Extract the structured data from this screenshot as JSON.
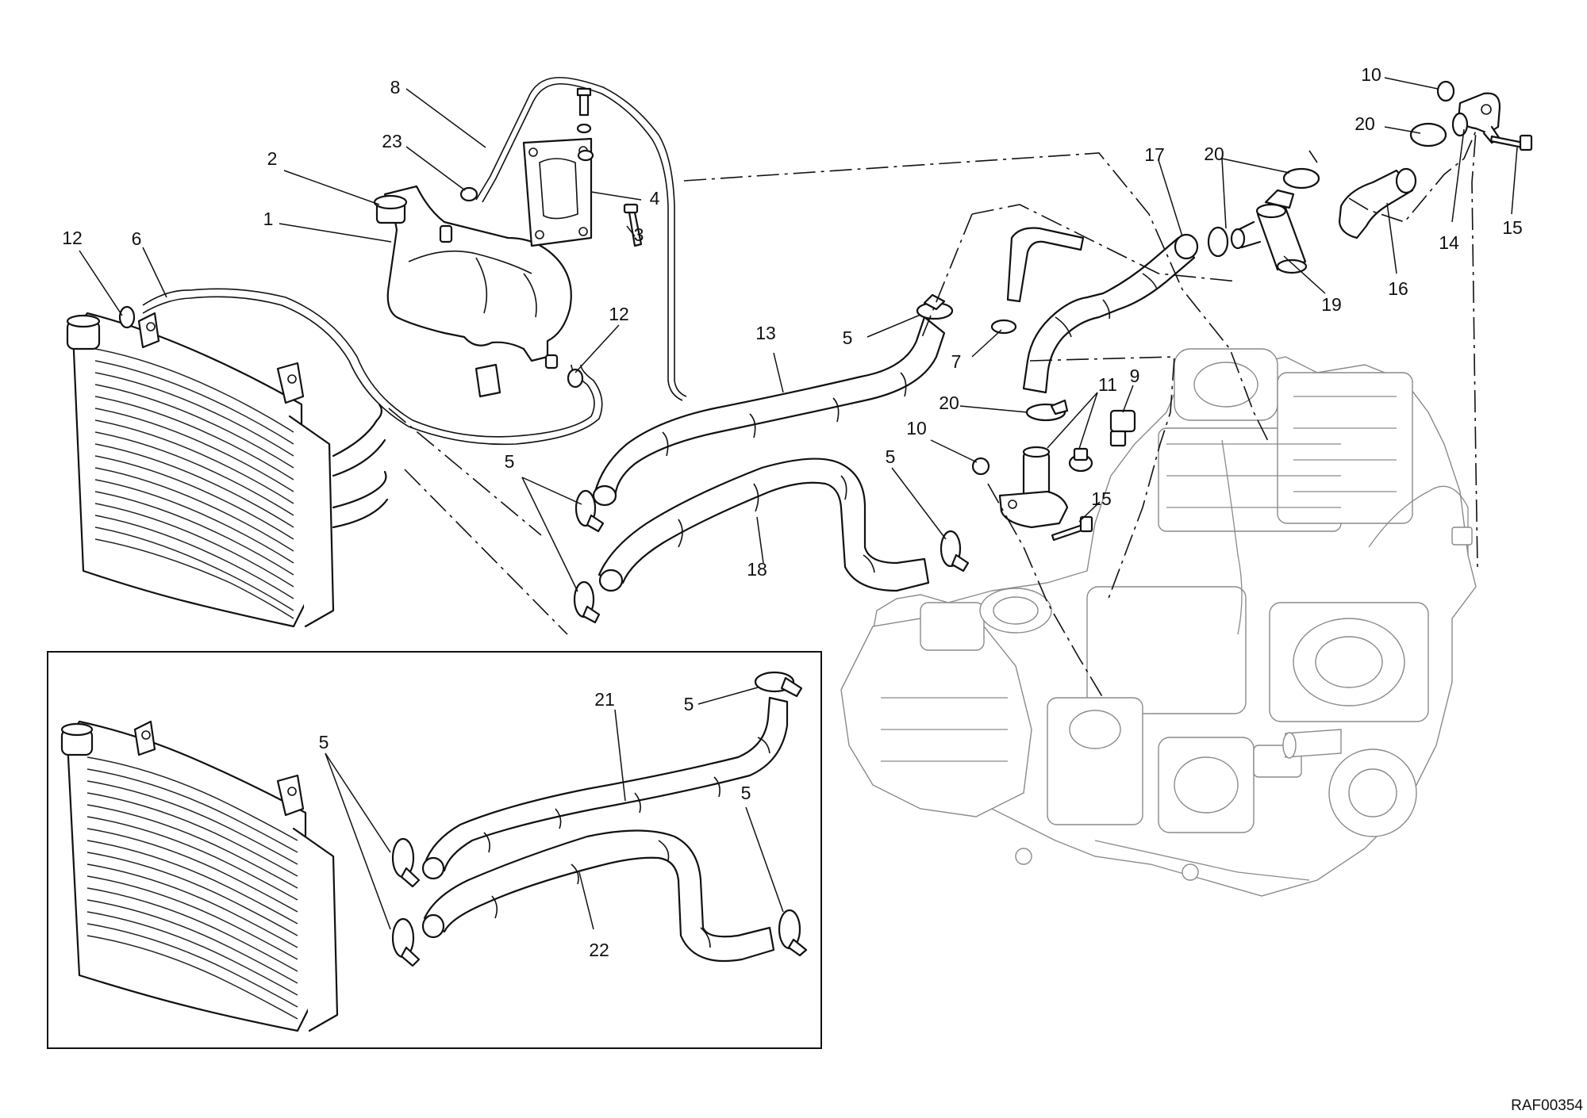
{
  "callouts": [
    {
      "id": "c-1",
      "label": "1"
    },
    {
      "id": "c-2",
      "label": "2"
    },
    {
      "id": "c-3",
      "label": "3"
    },
    {
      "id": "c-4",
      "label": "4"
    },
    {
      "id": "c-5a",
      "label": "5"
    },
    {
      "id": "c-5b",
      "label": "5"
    },
    {
      "id": "c-5c",
      "label": "5"
    },
    {
      "id": "c-5d",
      "label": "5"
    },
    {
      "id": "c-5e",
      "label": "5"
    },
    {
      "id": "c-5f",
      "label": "5"
    },
    {
      "id": "c-6",
      "label": "6"
    },
    {
      "id": "c-7",
      "label": "7"
    },
    {
      "id": "c-8",
      "label": "8"
    },
    {
      "id": "c-9",
      "label": "9"
    },
    {
      "id": "c-10a",
      "label": "10"
    },
    {
      "id": "c-10b",
      "label": "10"
    },
    {
      "id": "c-11",
      "label": "11"
    },
    {
      "id": "c-12a",
      "label": "12"
    },
    {
      "id": "c-12b",
      "label": "12"
    },
    {
      "id": "c-13",
      "label": "13"
    },
    {
      "id": "c-14",
      "label": "14"
    },
    {
      "id": "c-15a",
      "label": "15"
    },
    {
      "id": "c-15b",
      "label": "15"
    },
    {
      "id": "c-16",
      "label": "16"
    },
    {
      "id": "c-17",
      "label": "17"
    },
    {
      "id": "c-18",
      "label": "18"
    },
    {
      "id": "c-19",
      "label": "19"
    },
    {
      "id": "c-20a",
      "label": "20"
    },
    {
      "id": "c-20b",
      "label": "20"
    },
    {
      "id": "c-20c",
      "label": "20"
    },
    {
      "id": "c-21",
      "label": "21"
    },
    {
      "id": "c-22",
      "label": "22"
    },
    {
      "id": "c-23",
      "label": "23"
    }
  ],
  "drawing_code": "RAF00354"
}
